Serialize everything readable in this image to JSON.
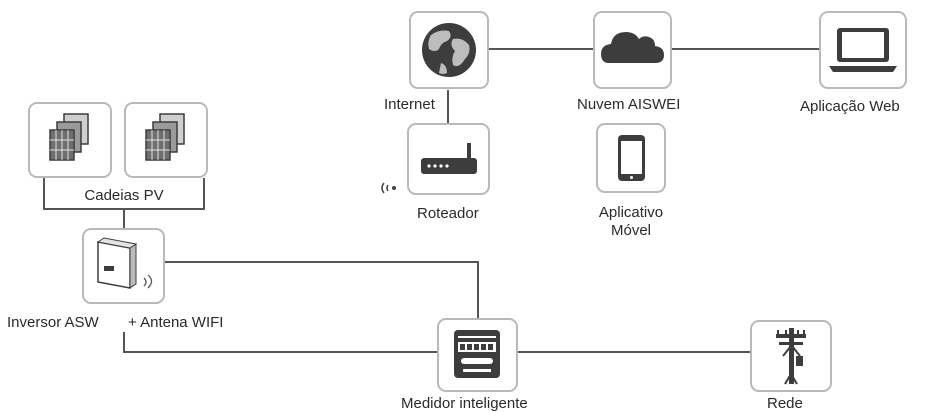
{
  "labels": {
    "internet": "Internet",
    "cloud": "Nuvem AISWEI",
    "web_app": "Aplicação Web",
    "router": "Roteador",
    "mobile_app": "Aplicativo\nMóvel",
    "pv_strings": "Cadeias PV",
    "inverter": "Inversor ASW",
    "antenna": "+ Antena WIFI",
    "smart_meter": "Medidor inteligente",
    "grid": "Rede"
  },
  "icons": [
    "globe-icon",
    "cloud-icon",
    "laptop-icon",
    "router-icon",
    "smartphone-icon",
    "solar-panel-icon",
    "inverter-icon",
    "smart-meter-icon",
    "power-pole-icon"
  ],
  "colors": {
    "line": "#555555",
    "box_border": "#b9b9b9",
    "icon_dark": "#3d3d3d"
  }
}
